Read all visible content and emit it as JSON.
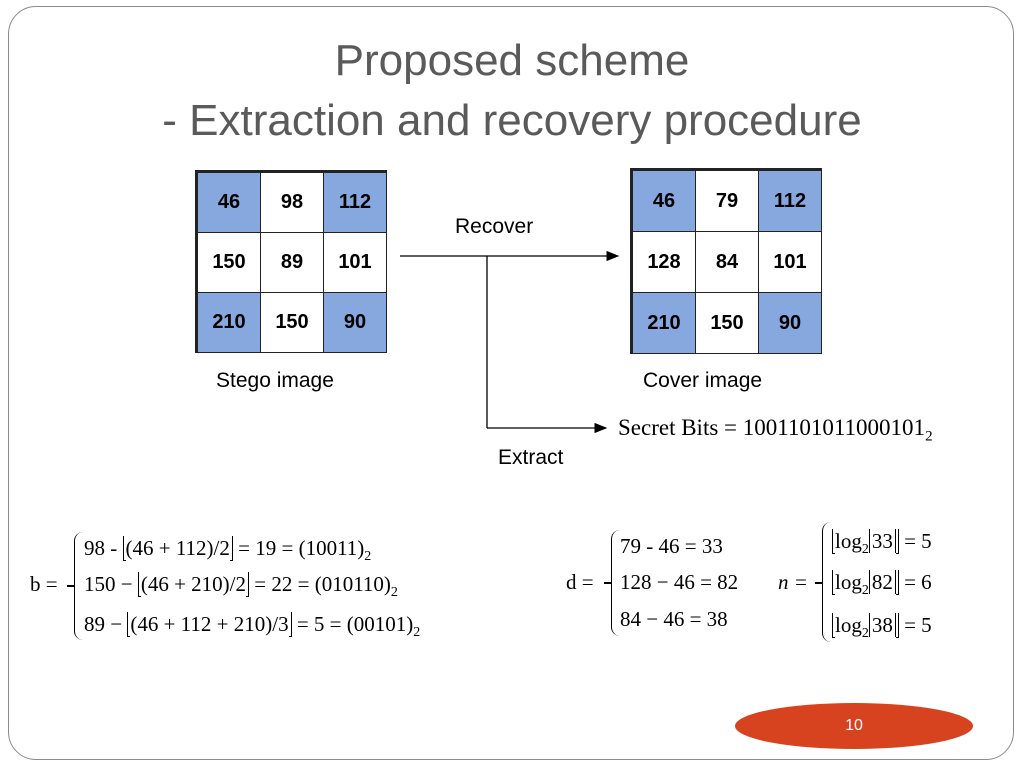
{
  "title": {
    "line1": "Proposed scheme",
    "line2": "- Extraction and recovery procedure"
  },
  "stego": {
    "rows": [
      [
        "46",
        "98",
        "112"
      ],
      [
        "150",
        "89",
        "101"
      ],
      [
        "210",
        "150",
        "90"
      ]
    ],
    "label": "Stego image"
  },
  "cover": {
    "rows": [
      [
        "46",
        "79",
        "112"
      ],
      [
        "128",
        "84",
        "101"
      ],
      [
        "210",
        "150",
        "90"
      ]
    ],
    "label": "Cover image"
  },
  "arrows": {
    "recover_label": "Recover",
    "extract_label": "Extract"
  },
  "secret": {
    "text": "Secret Bits = 1001101011000101",
    "base": "2"
  },
  "b_equation": {
    "var": "b =",
    "lines": [
      {
        "a": "98 - ",
        "floor": "(46 + 112)/2",
        "rest": " = 19 = (10011)",
        "base": "2"
      },
      {
        "a": "150 − ",
        "floor": "(46 + 210)/2",
        "rest": " = 22 = (010110)",
        "base": "2"
      },
      {
        "a": "89 − ",
        "floor": "(46 + 112 + 210)/3",
        "rest": " = 5 = (00101)",
        "base": "2"
      }
    ]
  },
  "d_equation": {
    "var": "d =",
    "lines": [
      "79 - 46 = 33",
      "128 − 46 = 82",
      "84 − 46 = 38"
    ]
  },
  "n_equation": {
    "var": "n =",
    "lines": [
      {
        "log": "log",
        "base": "2",
        "abs": "33",
        "rest": " = 5"
      },
      {
        "log": "log",
        "base": "2",
        "abs": "82",
        "rest": " = 6"
      },
      {
        "log": "log",
        "base": "2",
        "abs": "38",
        "rest": " = 5"
      }
    ]
  },
  "page_number": "10",
  "colors": {
    "cell_blue": "#86a8df",
    "title": "#5a5a5a",
    "page_badge": "#d8431f"
  }
}
